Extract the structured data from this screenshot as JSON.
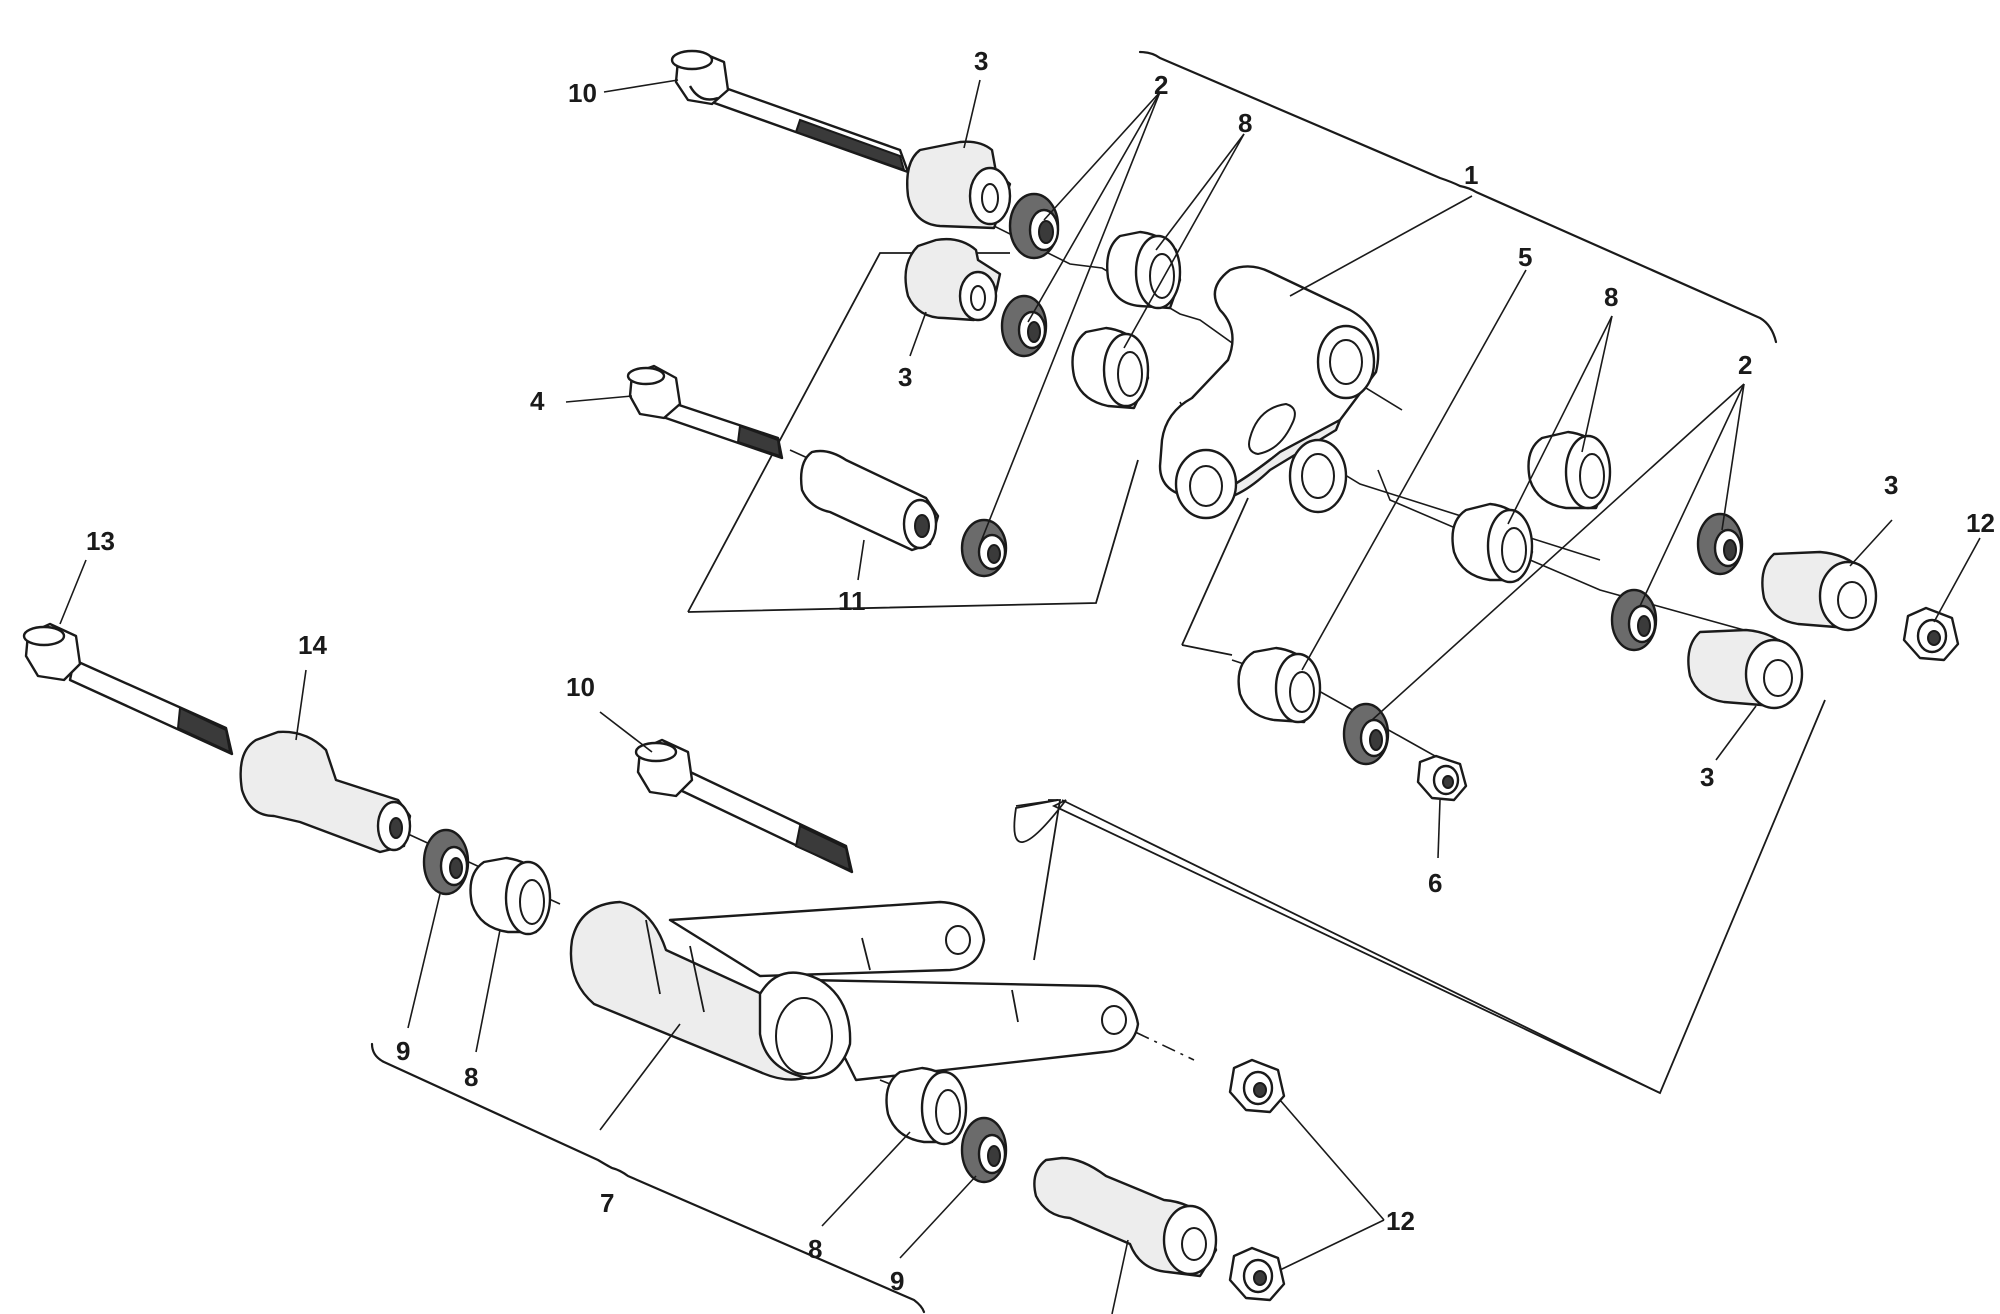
{
  "diagram": {
    "callouts": {
      "c1": "1",
      "c2_top": "2",
      "c2_right": "2",
      "c3_top": "3",
      "c3_left": "3",
      "c3_right": "3",
      "c3_bottom": "3",
      "c4": "4",
      "c5": "5",
      "c6": "6",
      "c7": "7",
      "c8_top": "8",
      "c8_right": "8",
      "c8_left": "8",
      "c8_bottom": "8",
      "c9_left": "9",
      "c9_bottom": "9",
      "c10_top": "10",
      "c10_mid": "10",
      "c11": "11",
      "c12_right": "12",
      "c12_bottom": "12",
      "c13": "13",
      "c14": "14"
    }
  }
}
